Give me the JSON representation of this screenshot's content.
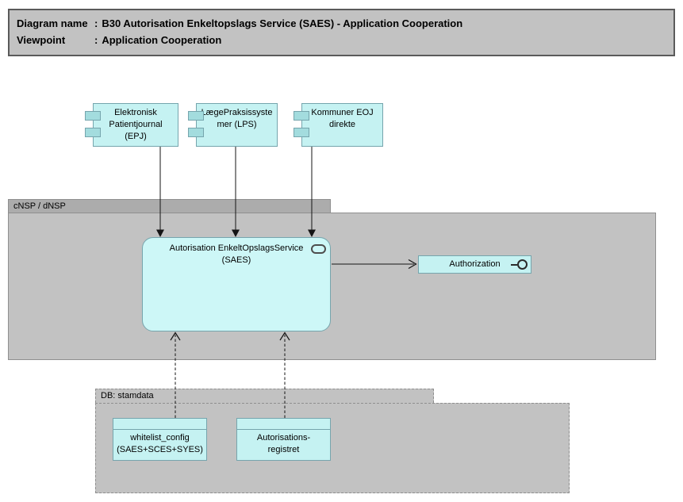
{
  "colors": {
    "node-fill": "#c5f2f2",
    "saes-fill": "#cdf7f7",
    "tab-fill": "#a3dcde",
    "node-border": "#76a5ad",
    "gray-fill": "#c2c2c2",
    "gray-tab-fill": "#acacac",
    "gray-border": "#8f8f8f",
    "title-border": "#5a5a5a",
    "connector": "#141414"
  },
  "title_block": {
    "rows": [
      {
        "label": "Diagram name",
        "sep": ":",
        "value": "B30 Autorisation Enkeltopslags Service (SAES) - Application Cooperation"
      },
      {
        "label": "Viewpoint",
        "sep": ":",
        "value": "Application Cooperation"
      }
    ]
  },
  "groups": {
    "cnsp": {
      "label": "cNSP / dNSP"
    },
    "db": {
      "label": "DB: stamdata"
    }
  },
  "nodes": {
    "epj": {
      "type": "application-component",
      "label": "Elektronisk\nPatientjournal\n(EPJ)"
    },
    "lps": {
      "type": "application-component",
      "label": "LægePraksissyste\nmer (LPS)"
    },
    "eoj": {
      "type": "application-component",
      "label": "Kommuner EOJ\ndirekte"
    },
    "saes": {
      "type": "application-service",
      "label": "Autorisation EnkeltOpslagsService\n(SAES)"
    },
    "authorization": {
      "type": "application-interface",
      "label": "Authorization"
    },
    "whitelist": {
      "type": "data-object",
      "label": "whitelist_config\n(SAES+SCES+SYES)"
    },
    "autreg": {
      "type": "data-object",
      "label": "Autorisations-\nregistret"
    }
  },
  "connections": [
    {
      "from": "Elektronisk Patientjournal (EPJ)",
      "to": "Autorisation EnkeltOpslagsService (SAES)",
      "line": "solid",
      "arrowhead": "filled"
    },
    {
      "from": "LægePraksissystemer (LPS)",
      "to": "Autorisation EnkeltOpslagsService (SAES)",
      "line": "solid",
      "arrowhead": "filled"
    },
    {
      "from": "Kommuner EOJ direkte",
      "to": "Autorisation EnkeltOpslagsService (SAES)",
      "line": "solid",
      "arrowhead": "filled"
    },
    {
      "from": "Autorisation EnkeltOpslagsService (SAES)",
      "to": "Authorization",
      "line": "solid",
      "arrowhead": "open"
    },
    {
      "from": "whitelist_config (SAES+SCES+SYES)",
      "to": "Autorisation EnkeltOpslagsService (SAES)",
      "line": "dashed",
      "arrowhead": "open"
    },
    {
      "from": "Autorisations-registret",
      "to": "Autorisation EnkeltOpslagsService (SAES)",
      "line": "dashed",
      "arrowhead": "open"
    }
  ]
}
